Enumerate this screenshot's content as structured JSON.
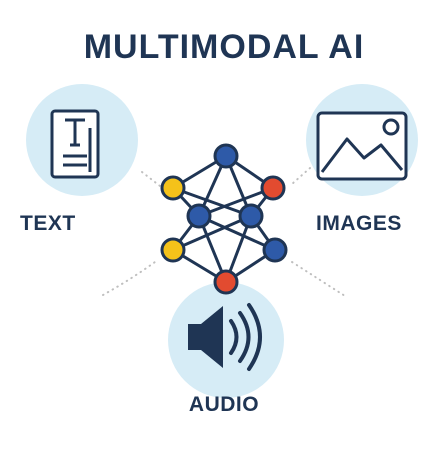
{
  "title": "MULTIMODAL AI",
  "modalities": {
    "text": "TEXT",
    "images": "IMAGES",
    "audio": "AUDIO"
  },
  "colors": {
    "navy": "#1f3554",
    "circle_bg": "#d6ecf6",
    "node_blue": "#2e5aa8",
    "node_yellow": "#f5c21a",
    "node_red": "#e24b30",
    "dots": "#c8c8c8"
  },
  "icons": [
    "text-document-icon",
    "image-icon",
    "speaker-icon",
    "neural-network-icon"
  ]
}
